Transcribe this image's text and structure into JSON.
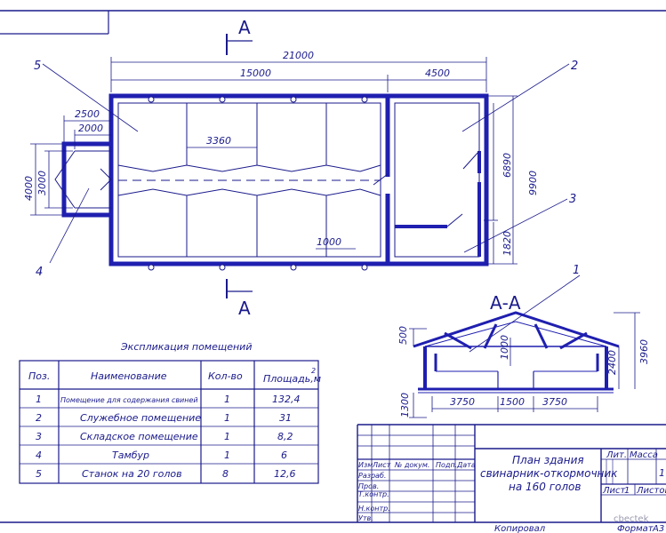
{
  "colors": {
    "ink": "#1a1a8c",
    "wall": "#1f1fb0",
    "paper": "#ffffff"
  },
  "plan": {
    "section_mark": "A",
    "dims": {
      "total_length": "21000",
      "main_length": "15000",
      "service_length": "4500",
      "porch_outer": "2500",
      "porch_inner": "2000",
      "pen_width": "3360",
      "door": "1000",
      "height_total": "9900",
      "height_office": "6890",
      "height_storage": "1820",
      "porch_height": "4000",
      "porch_inner_height": "3000"
    },
    "callouts": [
      "5",
      "2",
      "3",
      "4",
      "1"
    ]
  },
  "section": {
    "title": "А-А",
    "dims": {
      "d500": "500",
      "d1000": "1000",
      "d2400": "2400",
      "d3960": "3960",
      "d1300": "1300",
      "d3750a": "3750",
      "d1500": "1500",
      "d3750b": "3750"
    }
  },
  "explication": {
    "caption": "Экспликация помещений",
    "headers": {
      "pos": "Поз.",
      "name": "Наименование",
      "qty": "Кол-во",
      "area": "Площадь,м",
      "area_sup": "2"
    },
    "rows": [
      {
        "pos": "1",
        "name": "Помещение для содержания свиней",
        "qty": "1",
        "area": "132,4"
      },
      {
        "pos": "2",
        "name": "Служебное помещение",
        "qty": "1",
        "area": "31"
      },
      {
        "pos": "3",
        "name": "Складское помещение",
        "qty": "1",
        "area": "8,2"
      },
      {
        "pos": "4",
        "name": "Тамбур",
        "qty": "1",
        "area": "6"
      },
      {
        "pos": "5",
        "name": "Станок на 20 голов",
        "qty": "8",
        "area": "12,6"
      }
    ]
  },
  "stamp": {
    "cols": {
      "izm": "Изм",
      "list": "Лист",
      "doc": "№ докум.",
      "sign": "Подп.",
      "date": "Дата"
    },
    "roles": {
      "razrab": "Разраб.",
      "prov": "Пров.",
      "tkontr": "Т.контр.",
      "nkontr": "Н.контр.",
      "utv": "Утв."
    },
    "title_lines": [
      "План здания",
      "свинарник-откормочник",
      "на 160 голов"
    ],
    "lit": "Лит.",
    "massa": "Масса",
    "scale_value": "1",
    "sheet": "Лист",
    "sheet_no": "1",
    "sheets": "Листов",
    "copied": "Копировал",
    "format": "Формат",
    "format_value": "А3",
    "watermark": "cbectek"
  }
}
